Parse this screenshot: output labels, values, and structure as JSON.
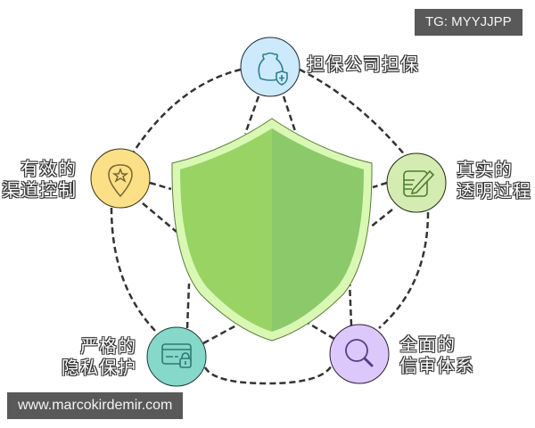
{
  "diagram": {
    "center": {
      "name": "shield",
      "fill_left": "#98d364",
      "fill_right": "#8bc96a",
      "border": "#d9f8b4"
    },
    "nodes": [
      {
        "id": "top",
        "label_lines": [
          "担保公司担保"
        ],
        "icon": "money-bag-shield-icon",
        "fill": "#cdeafd",
        "stroke": "#2f7f94"
      },
      {
        "id": "right",
        "label_lines": [
          "真实的",
          "透明过程"
        ],
        "icon": "edit-note-icon",
        "fill": "#d4ebb1",
        "stroke": "#4e7d2c"
      },
      {
        "id": "bottom-right",
        "label_lines": [
          "全面的",
          "信审体系"
        ],
        "icon": "magnifier-icon",
        "fill": "#ddc8fb",
        "stroke": "#5a3d8a"
      },
      {
        "id": "bottom-left",
        "label_lines": [
          "严格的",
          "隐私保护"
        ],
        "icon": "credit-card-lock-icon",
        "fill": "#86d8ca",
        "stroke": "#2d7b73"
      },
      {
        "id": "left",
        "label_lines": [
          "有效的",
          "渠道控制"
        ],
        "icon": "location-pin-star-icon",
        "fill": "#fce087",
        "stroke": "#7a6630"
      }
    ],
    "connector_style": "dashed",
    "connector_color": "#333333"
  },
  "watermarks": {
    "top_right": "TG: MYYJJPP",
    "bottom_left": "www.marcokirdemir.com"
  }
}
